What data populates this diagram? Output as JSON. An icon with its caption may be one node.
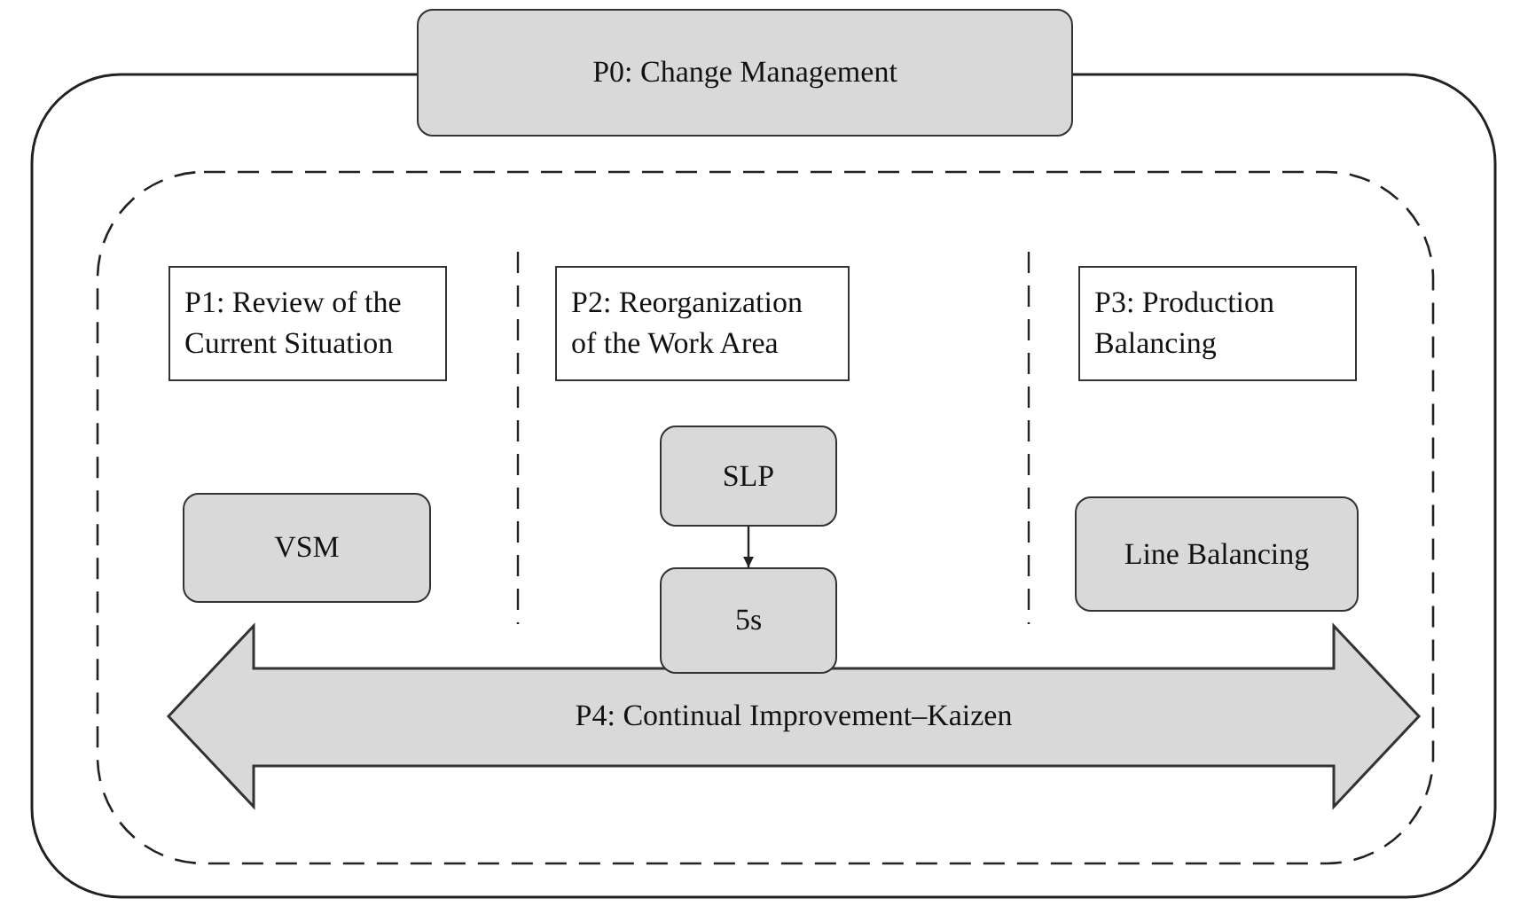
{
  "diagram": {
    "nodes": [
      {
        "text": [
          "P0: Change Management"
        ]
      },
      {
        "text": [
          "P1: Review of the Current Situation"
        ]
      },
      {
        "text": [
          "P2: Reorganization of the Work Area"
        ]
      },
      {
        "text": [
          "P3: Production Balancing"
        ]
      },
      {
        "text": [
          "VSM"
        ]
      },
      {
        "text": [
          "SLP"
        ]
      },
      {
        "text": [
          "5s"
        ]
      },
      {
        "text": [
          "Line Balancing"
        ]
      },
      {
        "text": [
          "P4: Continual Improvement–Kaizen"
        ]
      }
    ],
    "edges": [
      {
        "from": 5,
        "to": 6,
        "arrow": "to"
      }
    ]
  }
}
